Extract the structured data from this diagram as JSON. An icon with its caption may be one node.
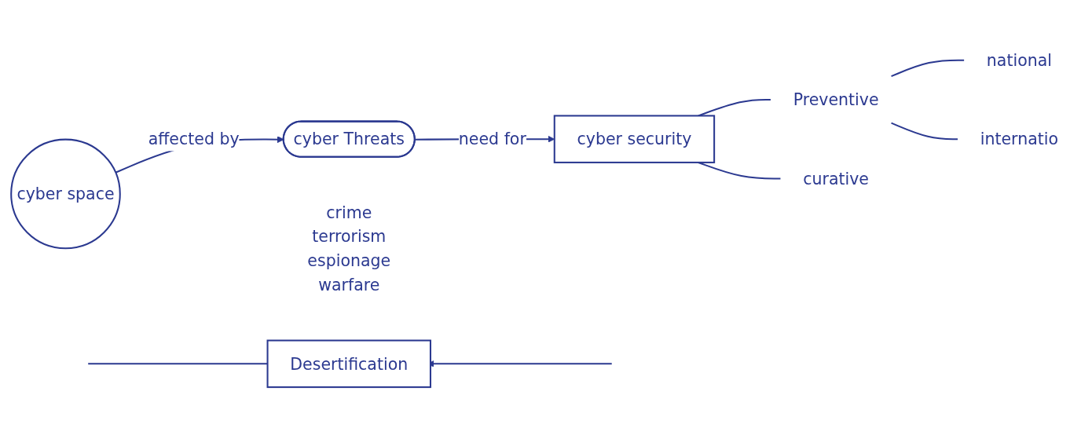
{
  "diagram": {
    "nodes": [
      {
        "text": [
          "cyber space"
        ]
      },
      {
        "text": [
          "cyber Threats"
        ],
        "beside": [
          "crime",
          "terrorism",
          "espionage",
          "warfare"
        ]
      },
      {
        "text": [
          "cyber security"
        ]
      },
      {
        "text": [
          "Preventive"
        ]
      },
      {
        "text": [
          "curative"
        ]
      },
      {
        "text": [
          "national"
        ]
      },
      {
        "text": [
          "internatio"
        ]
      },
      {
        "text": [
          "Desertification"
        ]
      }
    ],
    "edges": [
      {
        "from": 0,
        "to": 1,
        "arrow": "to",
        "label": "affected by"
      },
      {
        "from": 1,
        "to": 2,
        "arrow": "to",
        "label": "need for"
      },
      {
        "from": 2,
        "to": 3,
        "arrow": "none"
      },
      {
        "from": 2,
        "to": 4,
        "arrow": "none"
      },
      {
        "from": 3,
        "to": 5,
        "arrow": "none"
      },
      {
        "from": 3,
        "to": 6,
        "arrow": "none"
      },
      {
        "from": null,
        "to": 7,
        "arrow": "to"
      },
      {
        "from": 7,
        "to": null,
        "arrow": "none"
      }
    ]
  }
}
